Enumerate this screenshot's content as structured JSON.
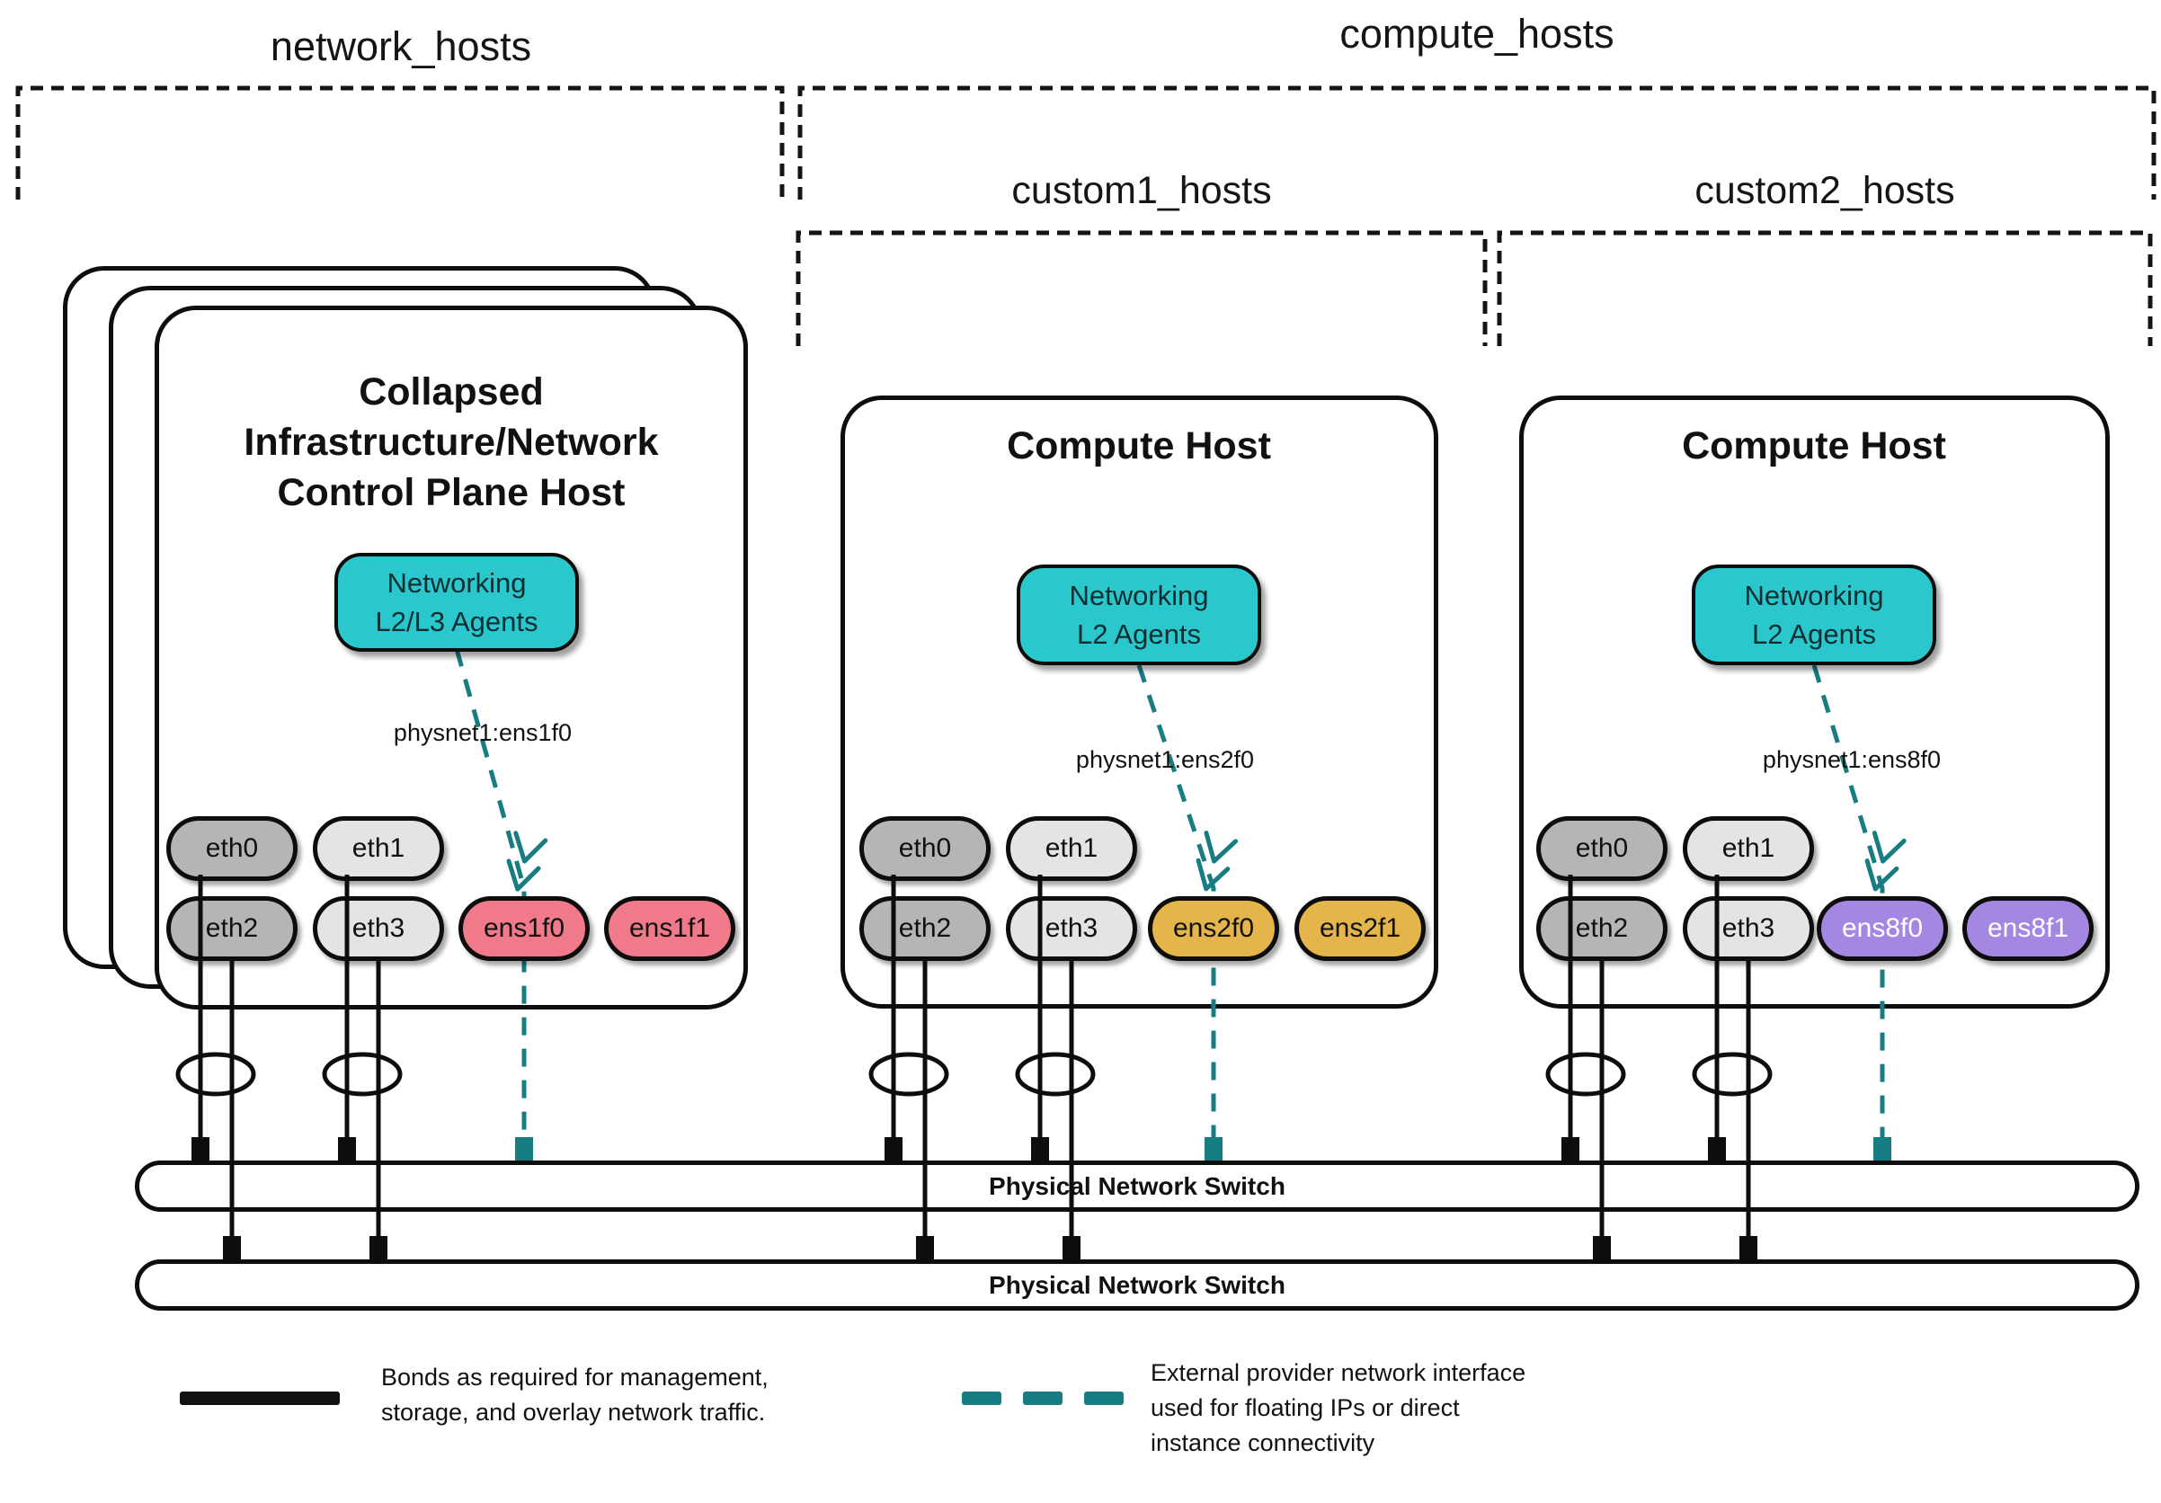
{
  "groups": {
    "network_hosts": "network_hosts",
    "compute_hosts": "compute_hosts",
    "custom1_hosts": "custom1_hosts",
    "custom2_hosts": "custom2_hosts"
  },
  "hosts": [
    {
      "title_lines": [
        "Collapsed",
        "Infrastructure/Network",
        "Control Plane Host"
      ],
      "agent_lines": [
        "Networking",
        "L2/L3 Agents"
      ],
      "physnet_label": "physnet1:ens1f0",
      "nics": [
        "eth0",
        "eth1",
        "eth2",
        "eth3"
      ],
      "provider_nics": [
        "ens1f0",
        "ens1f1"
      ],
      "provider_color": "#f0798a",
      "provider_text_color": "#111111"
    },
    {
      "title_lines": [
        "Compute Host"
      ],
      "agent_lines": [
        "Networking",
        "L2 Agents"
      ],
      "physnet_label": "physnet1:ens2f0",
      "nics": [
        "eth0",
        "eth1",
        "eth2",
        "eth3"
      ],
      "provider_nics": [
        "ens2f0",
        "ens2f1"
      ],
      "provider_color": "#e4b54a",
      "provider_text_color": "#111111"
    },
    {
      "title_lines": [
        "Compute Host"
      ],
      "agent_lines": [
        "Networking",
        "L2 Agents"
      ],
      "physnet_label": "physnet1:ens8f0",
      "nics": [
        "eth0",
        "eth1",
        "eth2",
        "eth3"
      ],
      "provider_nics": [
        "ens8f0",
        "ens8f1"
      ],
      "provider_color": "#a487e1",
      "provider_text_color": "#ffffff"
    }
  ],
  "switches": [
    {
      "label": "Physical Network Switch"
    },
    {
      "label": "Physical Network Switch"
    }
  ],
  "legend": [
    {
      "swatch": "solid-black-line",
      "lines": [
        "Bonds as required for management,",
        "storage, and overlay network traffic."
      ]
    },
    {
      "swatch": "teal-dashed-line",
      "lines": [
        "External provider network interface",
        "used for floating IPs or direct",
        "instance connectivity"
      ]
    }
  ],
  "colors": {
    "agent_fill": "#2ac7cd",
    "agent_text": "#0c2e30",
    "eth_dark": "#b5b5b5",
    "eth_light": "#e4e4e4",
    "provider_dashed": "#177d82",
    "line_black": "#111111"
  }
}
